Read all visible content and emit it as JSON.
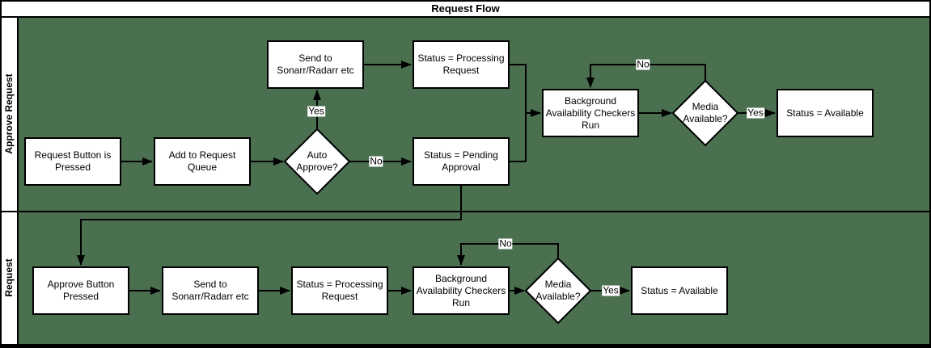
{
  "title": "Request Flow",
  "colors": {
    "canvas_background": "#4a7050",
    "node_fill": "#ffffff",
    "stroke": "#000000",
    "lane_header_fill": "#ffffff"
  },
  "lanes": [
    {
      "label": "Approve Request"
    },
    {
      "label": "Request"
    }
  ],
  "nodes": {
    "request_button": "Request Button is\nPressed",
    "add_to_queue": "Add to Request\nQueue",
    "auto_approve": "Auto\nApprove?",
    "send_to_sonarr_top": "Send to\nSonarr/Radarr etc",
    "status_processing_top": "Status = Processing\nRequest",
    "status_pending": "Status = Pending\nApproval",
    "background_checkers_top": "Background\nAvailability Checkers\nRun",
    "media_available_top": "Media\nAvailable?",
    "status_available_top": "Status = Available",
    "approve_button": "Approve Button\nPressed",
    "send_to_sonarr_bottom": "Send to\nSonarr/Radarr etc",
    "status_processing_bottom": "Status = Processing\nRequest",
    "background_checkers_bottom": "Background\nAvailability Checkers\nRun",
    "media_available_bottom": "Media\nAvailable?",
    "status_available_bottom": "Status = Available"
  },
  "edge_labels": {
    "auto_approve_yes": "Yes",
    "auto_approve_no": "No",
    "media_no_top": "No",
    "media_yes_top": "Yes",
    "media_no_bottom": "No",
    "media_yes_bottom": "Yes"
  }
}
